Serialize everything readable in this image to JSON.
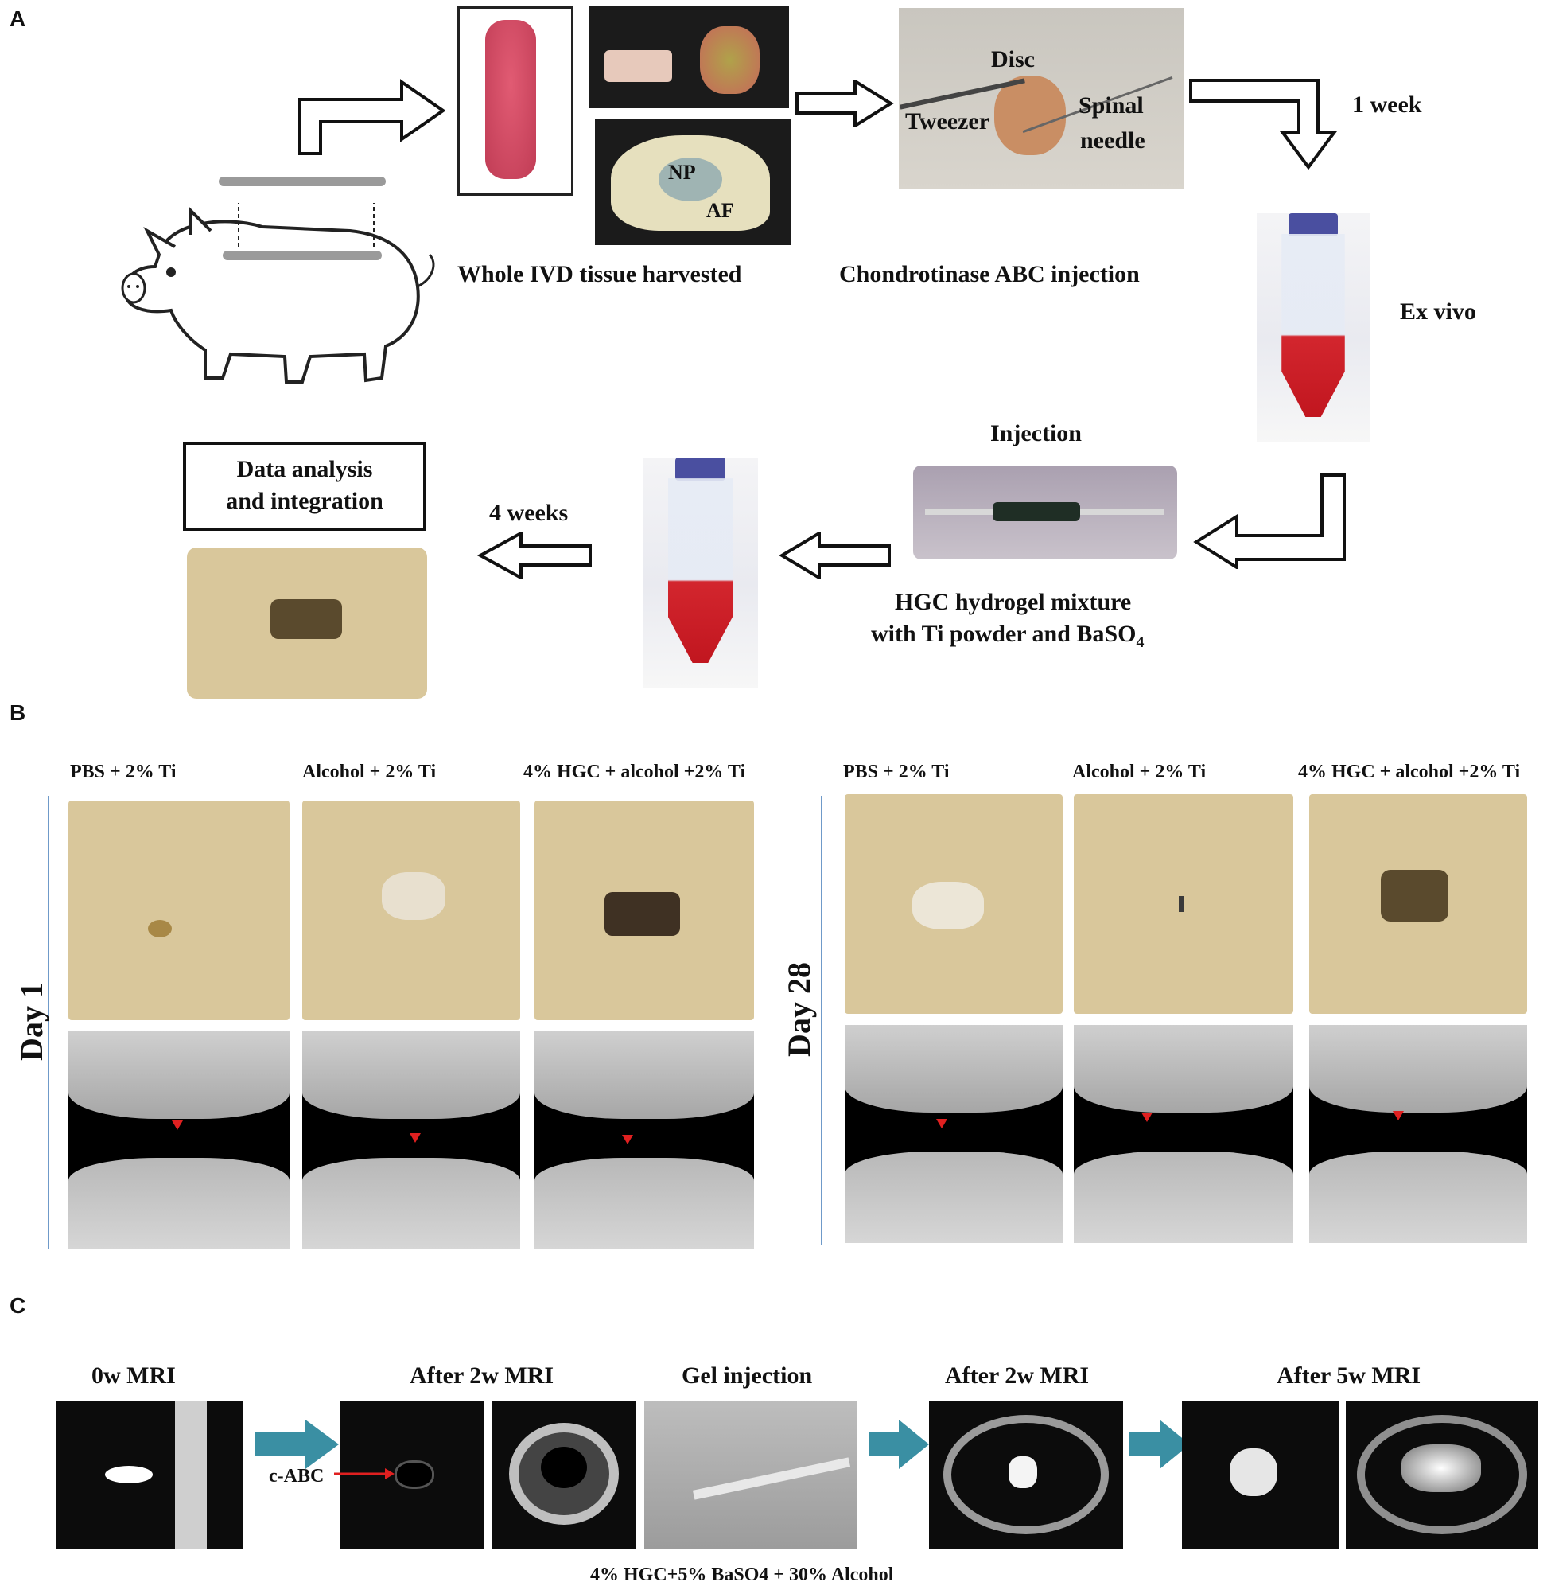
{
  "panels": {
    "a": "A",
    "b": "B",
    "c": "C"
  },
  "panel_a": {
    "tissue": {
      "disc": "Disc",
      "tweezer": "Tweezer",
      "spinal": "Spinal",
      "needle": "needle",
      "np": "NP",
      "af": "AF"
    },
    "steps": {
      "harvest": "Whole IVD tissue harvested",
      "cabc": "Chondrotinase ABC  injection",
      "one_week": "1 week",
      "ex_vivo": "Ex vivo",
      "injection": "Injection",
      "hydrogel_line1": "HGC hydrogel mixture",
      "hydrogel_line2": "with Ti powder and BaSO",
      "hydrogel_sub": "4",
      "four_weeks": "4 weeks",
      "analysis_line1": "Data analysis",
      "analysis_line2": "and integration"
    }
  },
  "panel_b": {
    "day1": "Day 1",
    "day28": "Day 28",
    "groups": [
      "PBS + 2% Ti",
      "Alcohol  + 2% Ti",
      "4% HGC  + alcohol  +2% Ti"
    ]
  },
  "panel_c": {
    "mri_0w": "0w MRI",
    "mri_2w": "After 2w MRI",
    "gel": "Gel injection",
    "mri_2w_b": "After 2w MRI",
    "mri_5w": "After 5w MRI",
    "cabc": "c-ABC",
    "formula": "4% HGC+5% BaSO4 + 30% Alcohol"
  },
  "colors": {
    "arrow_teal": "#3a8fa3",
    "axis_blue": "#6f9ac9",
    "red_marker": "#e02020"
  }
}
